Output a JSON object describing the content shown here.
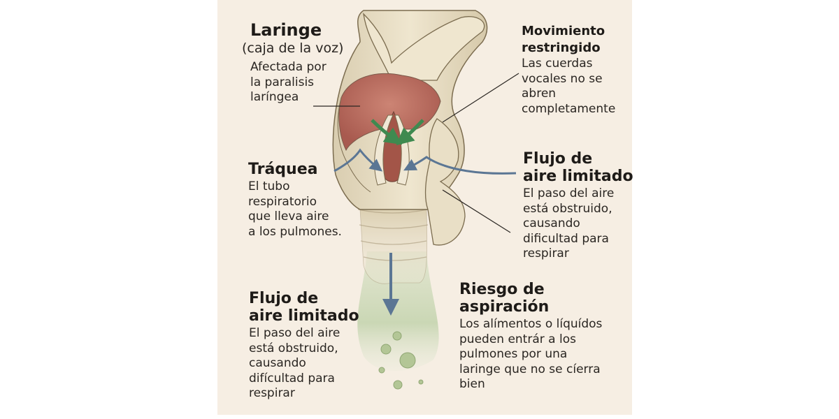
{
  "diagram": {
    "subject": "Parálisis laríngea",
    "colors": {
      "background": "#f6eee3",
      "tissue": "#e6dcc2",
      "tissue_outline": "#7b6c4f",
      "vocal_fold_red": "#b8675c",
      "air_arrow_blue": "#5b7694",
      "constriction_arrow_green": "#3f8a50",
      "aspiration_green": "#b9c9a2"
    },
    "labels": {
      "laringe": {
        "title": "Laringe",
        "subtitle": "(caja de la voz)",
        "lines": [
          "Afectada por",
          "la paralisis",
          "laríngea"
        ]
      },
      "movimiento": {
        "title_lines": [
          "Movimiento",
          "restringido"
        ],
        "lines": [
          "Las cuerdas",
          "vocales no se",
          "abren",
          "completamente"
        ]
      },
      "traquea": {
        "title": "Tráquea",
        "lines": [
          "El tubo",
          "respiratorio",
          "que lleva aire",
          "a los pulmones."
        ]
      },
      "flujo_derecha": {
        "title_lines": [
          "Flujo de",
          "aire limitado"
        ],
        "lines": [
          "El paso del aire",
          "está obstruido,",
          "causando",
          "dificultad para",
          "respirar"
        ]
      },
      "flujo_izquierda": {
        "title_lines": [
          "Flujo de",
          "aire limitado"
        ],
        "lines": [
          "El paso del aire",
          "está obstruido,",
          "causando",
          "difícultad para",
          "respirar"
        ]
      },
      "aspiracion": {
        "title_lines": [
          "Riesgo de",
          "aspiración"
        ],
        "lines": [
          "Los alímentos o líquídos",
          "pueden entrár a los",
          "pulmones por una",
          "laringe que no se cíerra",
          "bien"
        ]
      }
    }
  }
}
